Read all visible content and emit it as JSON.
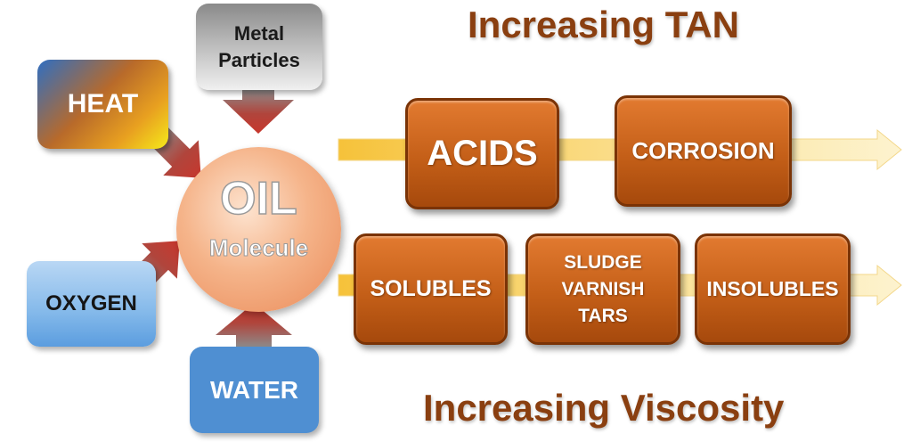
{
  "inputs": {
    "heat": "HEAT",
    "metal_line1": "Metal",
    "metal_line2": "Particles",
    "oxygen": "OXYGEN",
    "water": "WATER"
  },
  "center": {
    "title": "OIL",
    "subtitle": "Molecule"
  },
  "top_row": {
    "heading": "Increasing TAN",
    "items": [
      "ACIDS",
      "CORROSION"
    ]
  },
  "bottom_row": {
    "heading": "Increasing Viscosity",
    "items": [
      "SOLUBLES",
      "INSOLUBLES"
    ],
    "stacked_item": [
      "SLUDGE",
      "VARNISH",
      "TARS"
    ]
  },
  "colors": {
    "arrow_red": "#c8372d",
    "arrow_gray": "#8c8c8c",
    "result_box": "#c45f18",
    "heading_text": "#8a3f10",
    "flow_arrow": "#f8cf5a"
  }
}
